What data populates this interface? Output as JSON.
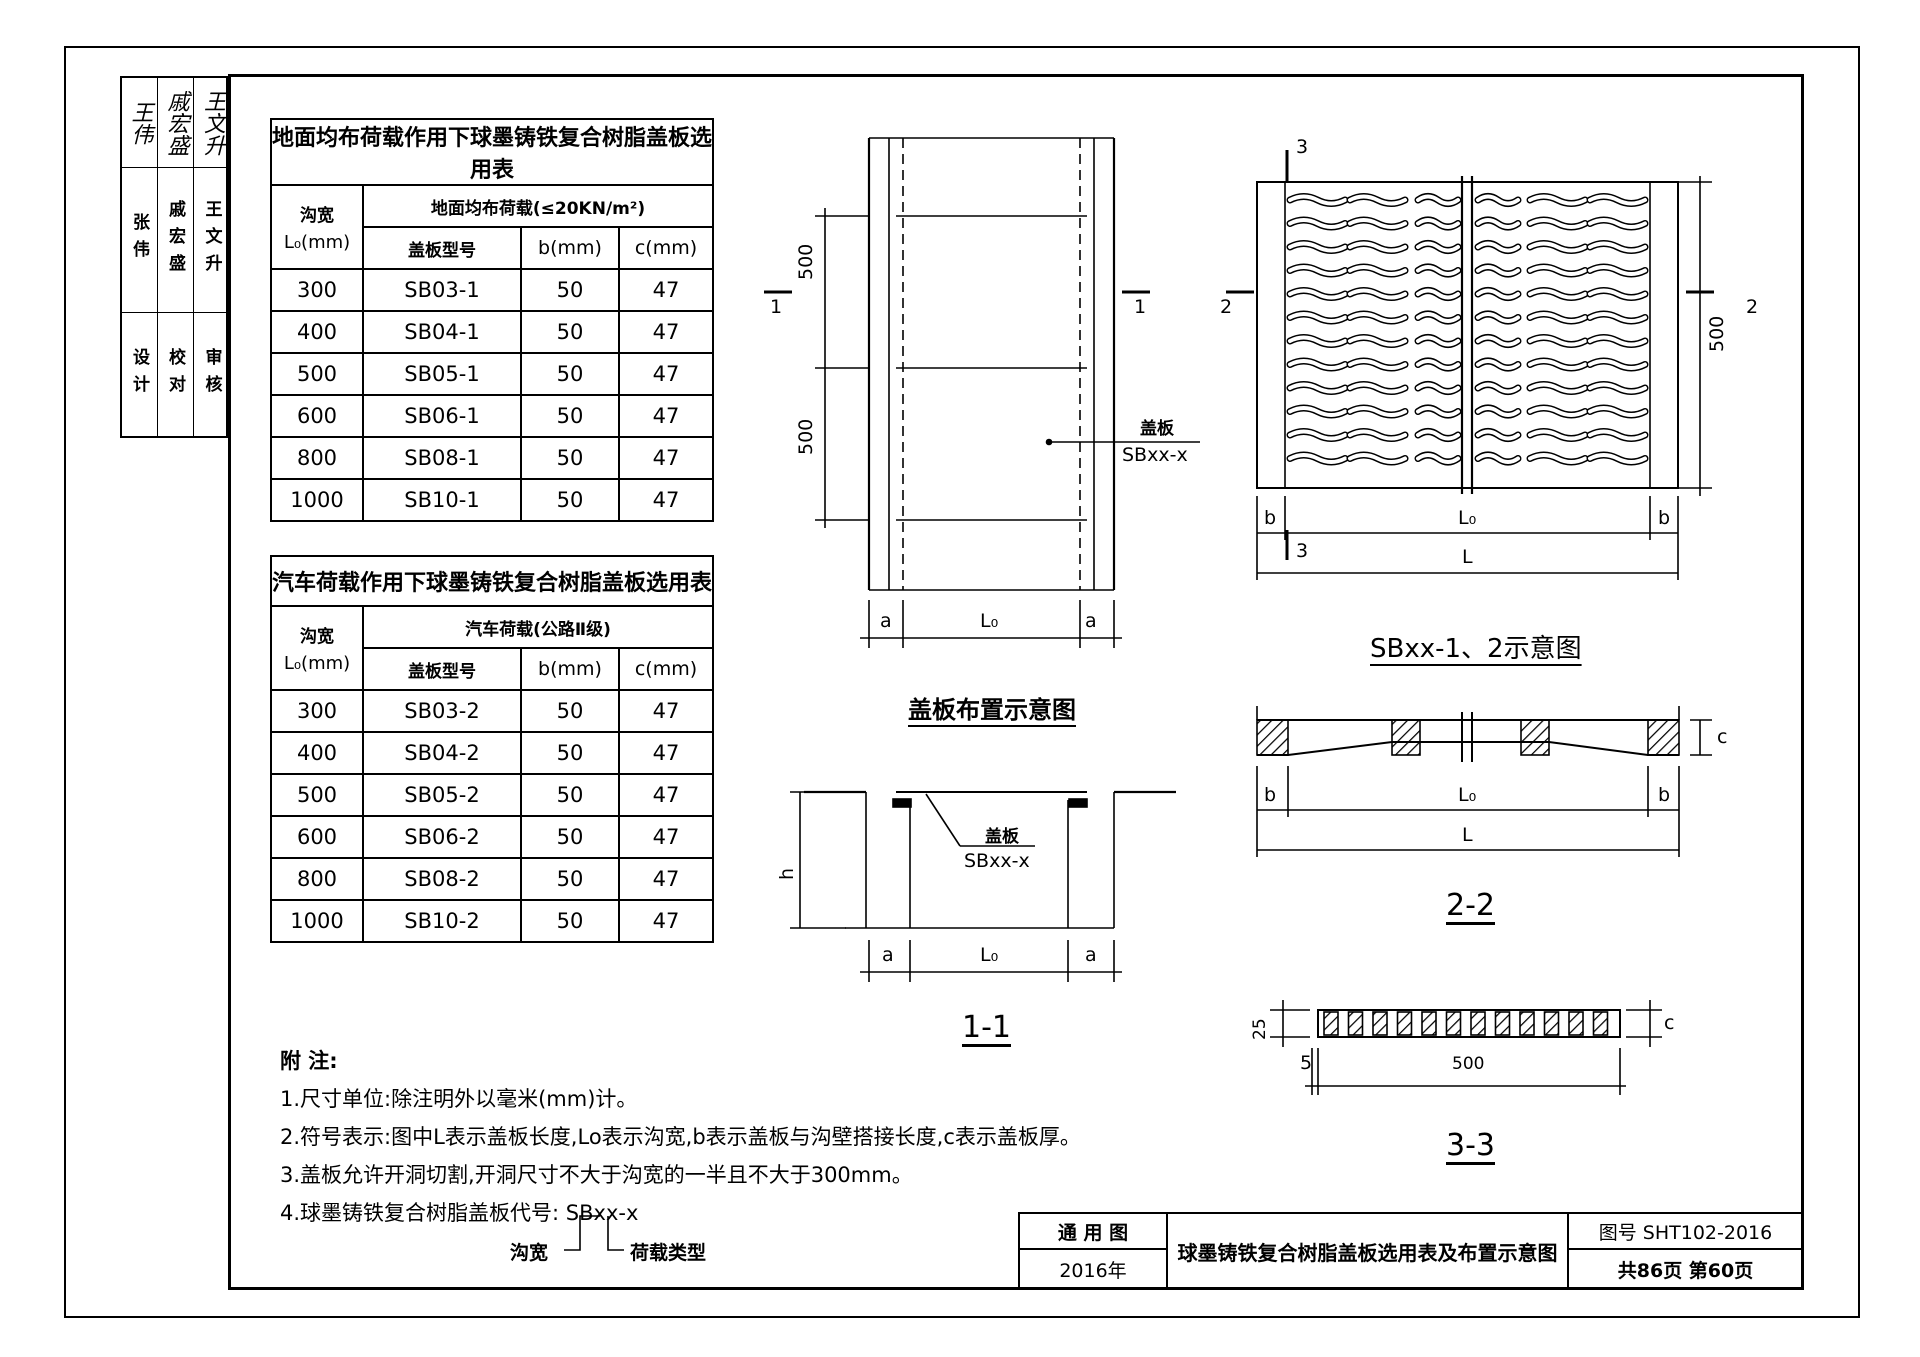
{
  "personnel": {
    "roles": [
      "设计",
      "校对",
      "审核"
    ],
    "names": [
      "张伟",
      "戚宏盛",
      "王文升"
    ]
  },
  "table1": {
    "title": "地面均布荷载作用下球墨铸铁复合树脂盖板选用表",
    "col1_header": "沟宽",
    "col1_unit": "L₀(mm)",
    "load_header": "地面均布荷载(≤20KN/m²)",
    "headers": [
      "盖板型号",
      "b(mm)",
      "c(mm)"
    ],
    "rows": [
      [
        "300",
        "SB03-1",
        "50",
        "47"
      ],
      [
        "400",
        "SB04-1",
        "50",
        "47"
      ],
      [
        "500",
        "SB05-1",
        "50",
        "47"
      ],
      [
        "600",
        "SB06-1",
        "50",
        "47"
      ],
      [
        "800",
        "SB08-1",
        "50",
        "47"
      ],
      [
        "1000",
        "SB10-1",
        "50",
        "47"
      ]
    ]
  },
  "table2": {
    "title": "汽车荷载作用下球墨铸铁复合树脂盖板选用表",
    "col1_header": "沟宽",
    "col1_unit": "L₀(mm)",
    "load_header": "汽车荷载(公路Ⅱ级)",
    "headers": [
      "盖板型号",
      "b(mm)",
      "c(mm)"
    ],
    "rows": [
      [
        "300",
        "SB03-2",
        "50",
        "47"
      ],
      [
        "400",
        "SB04-2",
        "50",
        "47"
      ],
      [
        "500",
        "SB05-2",
        "50",
        "47"
      ],
      [
        "600",
        "SB06-2",
        "50",
        "47"
      ],
      [
        "800",
        "SB08-2",
        "50",
        "47"
      ],
      [
        "1000",
        "SB10-2",
        "50",
        "47"
      ]
    ]
  },
  "layout_plan": {
    "caption": "盖板布置示意图",
    "dim_500": "500",
    "dim_a": "a",
    "dim_L0": "L₀",
    "section_mark": "1",
    "label_cover": "盖板",
    "label_code": "SBxx-x"
  },
  "section_11": {
    "caption": "1-1",
    "dim_h": "h",
    "label_cover": "盖板",
    "label_code": "SBxx-x"
  },
  "plate_plan": {
    "caption": "SBxx-1、2示意图",
    "mark_3": "3",
    "mark_2": "2",
    "dim_500": "500",
    "dim_b": "b",
    "dim_L0": "L₀",
    "dim_L": "L"
  },
  "section_22": {
    "caption": "2-2",
    "dim_c": "c"
  },
  "section_33": {
    "caption": "3-3",
    "dim_25": "25",
    "dim_5": "5",
    "dim_500": "500",
    "dim_c": "c"
  },
  "notes": {
    "heading": "附 注:",
    "items": [
      "1.尺寸单位:除注明外以毫米(mm)计。",
      "2.符号表示:图中L表示盖板长度,Lo表示沟宽,b表示盖板与沟壁搭接长度,c表示盖板厚。",
      "3.盖板允许开洞切割,开洞尺寸不大于沟宽的一半且不大于300mm。",
      "4.球墨铸铁复合树脂盖板代号: SBxx-x"
    ],
    "code_left": "沟宽",
    "code_right": "荷载类型"
  },
  "title_block": {
    "category": "通 用 图",
    "year": "2016年",
    "drawing_title": "球墨铸铁复合树脂盖板选用表及布置示意图",
    "drawing_no": "图号 SHT102-2016",
    "pages": "共86页 第60页"
  }
}
